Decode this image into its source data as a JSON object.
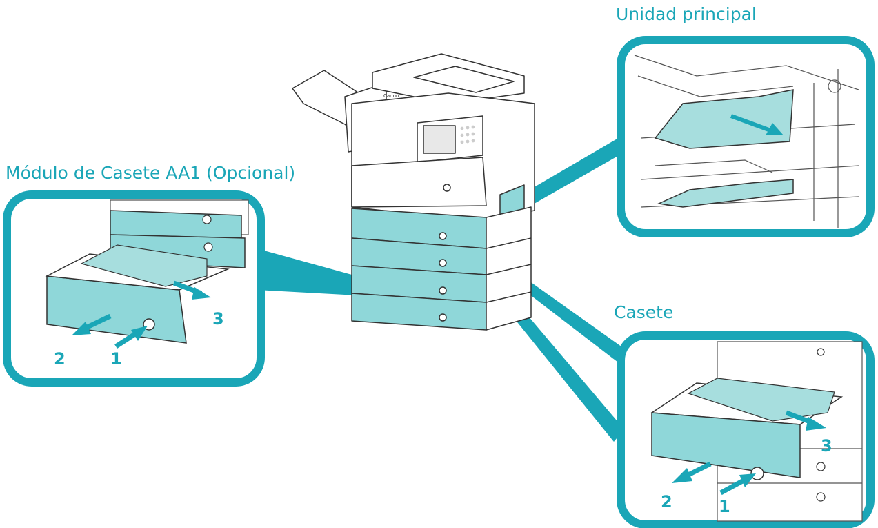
{
  "labels": {
    "main_unit": "Unidad principal",
    "cassette_module": "Módulo de Casete AA1 (Opcional)",
    "cassette": "Casete"
  },
  "left_panel_steps": {
    "one": "1",
    "two": "2",
    "three": "3"
  },
  "right_panel_steps": {
    "one": "1",
    "two": "2",
    "three": "3"
  },
  "printer": {
    "brand": "Canon"
  },
  "colors": {
    "accent": "#1aa6b7",
    "highlight_fill": "#8fd7d9",
    "paper_fill": "#a7dede",
    "line": "#333333"
  },
  "icons": [
    "push-arrow-icon",
    "pull-arrow-icon",
    "remove-paper-arrow-icon"
  ]
}
